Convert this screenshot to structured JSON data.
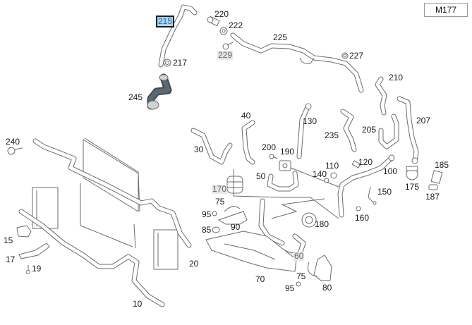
{
  "diagram": {
    "model": "M177",
    "selected_part": "215",
    "labels": [
      {
        "id": "215",
        "state": "selected"
      },
      {
        "id": "217",
        "state": "normal"
      },
      {
        "id": "220",
        "state": "normal"
      },
      {
        "id": "222",
        "state": "normal"
      },
      {
        "id": "225",
        "state": "normal"
      },
      {
        "id": "227",
        "state": "normal"
      },
      {
        "id": "229",
        "state": "unavailable"
      },
      {
        "id": "245",
        "state": "normal"
      },
      {
        "id": "210",
        "state": "normal"
      },
      {
        "id": "207",
        "state": "normal"
      },
      {
        "id": "205",
        "state": "normal"
      },
      {
        "id": "235",
        "state": "normal"
      },
      {
        "id": "130",
        "state": "normal"
      },
      {
        "id": "40",
        "state": "normal"
      },
      {
        "id": "30",
        "state": "normal"
      },
      {
        "id": "240",
        "state": "normal"
      },
      {
        "id": "200",
        "state": "normal"
      },
      {
        "id": "190",
        "state": "normal"
      },
      {
        "id": "110",
        "state": "normal"
      },
      {
        "id": "120",
        "state": "normal"
      },
      {
        "id": "100",
        "state": "normal"
      },
      {
        "id": "140",
        "state": "normal"
      },
      {
        "id": "50",
        "state": "normal"
      },
      {
        "id": "170",
        "state": "unavailable"
      },
      {
        "id": "185",
        "state": "normal"
      },
      {
        "id": "175",
        "state": "normal"
      },
      {
        "id": "187",
        "state": "normal"
      },
      {
        "id": "150",
        "state": "normal"
      },
      {
        "id": "160",
        "state": "normal"
      },
      {
        "id": "75",
        "state": "normal"
      },
      {
        "id": "95",
        "state": "normal"
      },
      {
        "id": "90",
        "state": "normal"
      },
      {
        "id": "85",
        "state": "normal"
      },
      {
        "id": "180",
        "state": "normal"
      },
      {
        "id": "60",
        "state": "unavailable"
      },
      {
        "id": "15",
        "state": "normal"
      },
      {
        "id": "17",
        "state": "normal"
      },
      {
        "id": "19",
        "state": "normal"
      },
      {
        "id": "20",
        "state": "normal"
      },
      {
        "id": "70",
        "state": "normal"
      },
      {
        "id": "75b",
        "text": "75",
        "state": "normal"
      },
      {
        "id": "95b",
        "text": "95",
        "state": "normal"
      },
      {
        "id": "80",
        "state": "normal"
      },
      {
        "id": "10",
        "state": "normal"
      }
    ]
  }
}
